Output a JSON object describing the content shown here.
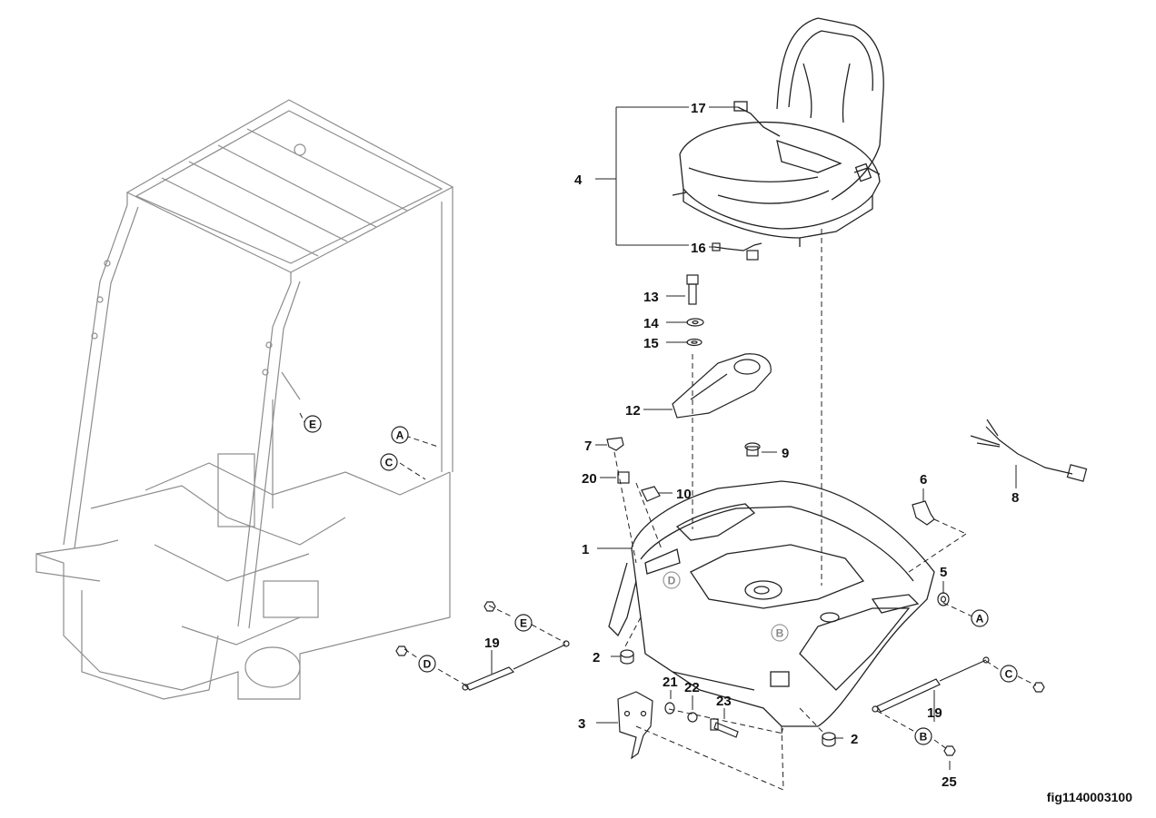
{
  "figure": {
    "id": "fig1140003100"
  },
  "callouts": {
    "c1": "1",
    "c2a": "2",
    "c2b": "2",
    "c3": "3",
    "c4": "4",
    "c5": "5",
    "c6": "6",
    "c7": "7",
    "c8": "8",
    "c9": "9",
    "c10": "10",
    "c12": "12",
    "c13": "13",
    "c14": "14",
    "c15": "15",
    "c16": "16",
    "c17": "17",
    "c19a": "19",
    "c19b": "19",
    "c20": "20",
    "c21": "21",
    "c22": "22",
    "c23": "23",
    "c25": "25"
  },
  "references": {
    "A": "A",
    "B": "B",
    "C": "C",
    "D": "D",
    "E": "E"
  },
  "colors": {
    "line": "#222222",
    "ghost": "#8c8c8c",
    "ref_fill": "#ffffff"
  }
}
